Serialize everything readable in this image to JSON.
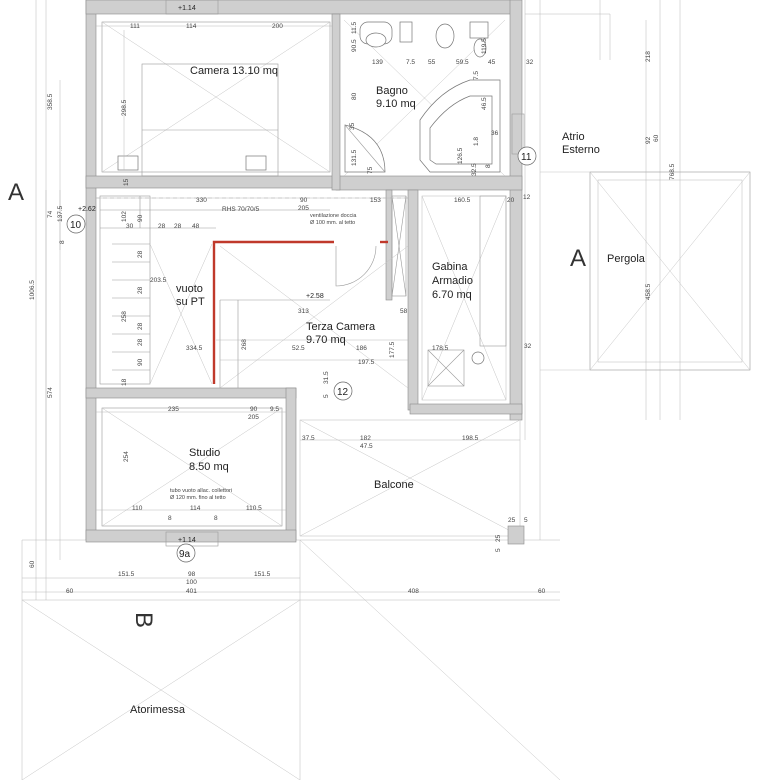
{
  "rooms": {
    "camera": "Camera 13.10 mq",
    "bagno_name": "Bagno",
    "bagno_area": "9.10 mq",
    "atrio_1": "Atrio",
    "atrio_2": "Esterno",
    "pergola": "Pergola",
    "gabina_1": "Gabina",
    "gabina_2": "Armadio",
    "gabina_3": "6.70 mq",
    "vuoto_1": "vuoto",
    "vuoto_2": "su PT",
    "terza_name": "Terza Camera",
    "terza_area": "9.70 mq",
    "studio_name": "Studio",
    "studio_area": "8.50 mq",
    "balcone": "Balcone",
    "atorimessa": "Atorimessa"
  },
  "section_marks": {
    "a_left": "A",
    "a_right": "A",
    "b": "B"
  },
  "tags": {
    "t10": "10",
    "t11": "11",
    "t12": "12",
    "t9a": "9a"
  },
  "levels": {
    "top": "+1.14",
    "bottom": "+1.14",
    "left": "+2.62",
    "center": "+2.58"
  },
  "notes": {
    "rhs": "RHS 70/70/5",
    "vent_1": "ventilazione doccia",
    "vent_2": "Ø 100 mm. al tetto",
    "tubo_1": "tubo vuoto allac. collettori",
    "tubo_2": "Ø 120 mm. fino al tetto"
  },
  "dimensions": {
    "top_111": "111",
    "top_114": "114",
    "top_200": "200",
    "b139": "139",
    "b75a": "7.5",
    "b55": "55",
    "b595": "59.5",
    "b45": "45",
    "b32a": "32",
    "b1195": "119.5",
    "b905": "90.5",
    "b115": "11.5",
    "v2985": "298.5",
    "v3585": "358.5",
    "b80": "80",
    "b35": "35",
    "b1315": "131.5",
    "b75b": "75",
    "b465": "46.5",
    "b75c": "7.5",
    "b36": "36",
    "b18": "1.8",
    "b1265": "126.5",
    "b8a": "8",
    "b325": "32.5",
    "r218": "218",
    "r92": "92",
    "r60": "60",
    "r7685": "768.5",
    "r4585": "458.5",
    "h15": "15",
    "h330": "330",
    "h90": "90",
    "h205": "205",
    "h153": "153",
    "h1605": "160.5",
    "h20": "20",
    "h12": "12",
    "l74": "74",
    "l1375": "137.5",
    "l8": "8",
    "l10065": "1006.5",
    "l574": "574",
    "s102": "102",
    "s30": "30",
    "s90": "90",
    "s28a": "28",
    "s28b": "28",
    "s48": "48",
    "s2035": "203.5",
    "s258": "258",
    "s28c": "28",
    "s28d": "28",
    "s28e": "28",
    "s28f": "28",
    "s90b": "90",
    "t313": "313",
    "t58": "58",
    "t268": "268",
    "t3345": "334.5",
    "t525": "52.5",
    "t186": "186",
    "t1775": "177.5",
    "t1975": "197.5",
    "t3155": "31.5",
    "t5": "5",
    "t1785": "178.5",
    "t32": "32",
    "t18": "18",
    "st235": "235",
    "st90": "90",
    "st205": "205",
    "st95": "9.5",
    "st254": "254",
    "st110a": "110",
    "st114": "114",
    "st1105": "110.5",
    "st8a": "8",
    "st8b": "8",
    "bc375": "37.5",
    "bc182": "182",
    "bc475": "47.5",
    "bc1985": "198.5",
    "bc25a": "25",
    "bc25b": "25",
    "bc5a": "5",
    "bc5b": "5",
    "bt60": "60",
    "bt1515a": "151.5",
    "bt98": "98",
    "bt100": "100",
    "bt1515b": "151.5",
    "bt60b": "60",
    "bt401": "401",
    "bt408": "408",
    "bt60c": "60"
  }
}
